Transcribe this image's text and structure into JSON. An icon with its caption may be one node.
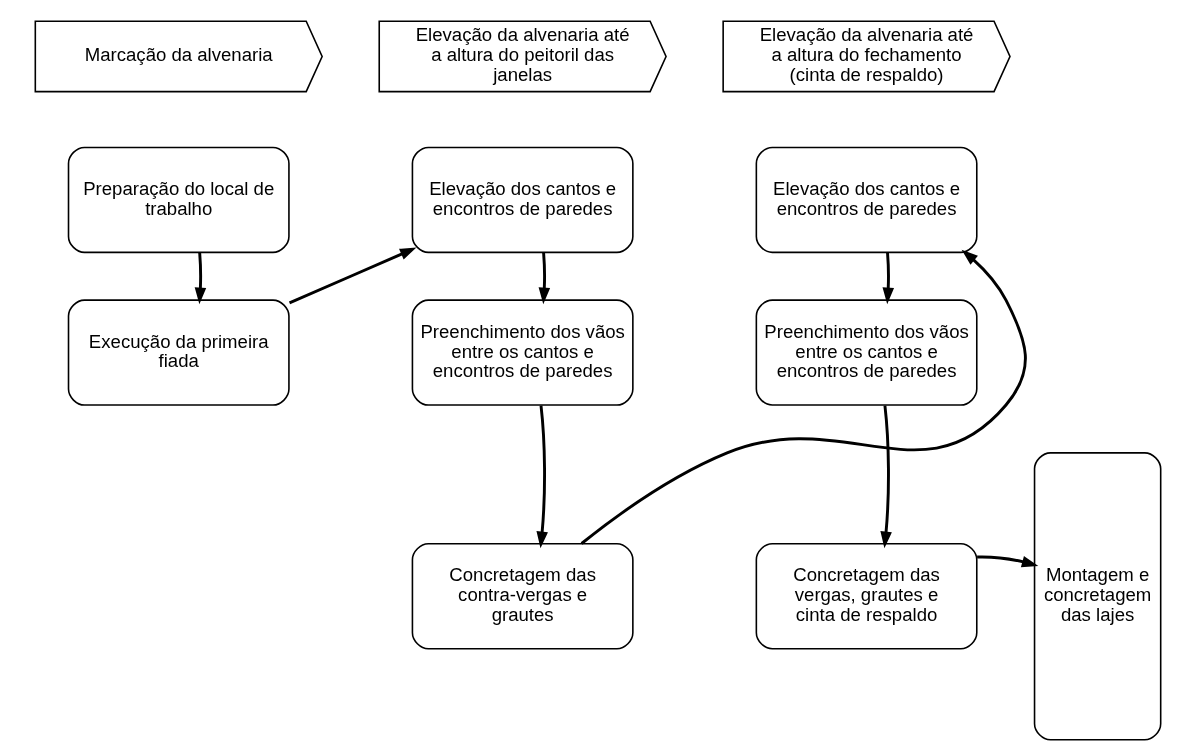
{
  "diagram": {
    "nodes": [
      {
        "text": [
          "Marcação da alvenaria"
        ]
      },
      {
        "text": [
          "Elevação da alvenaria até a altura do peitoril das janelas"
        ]
      },
      {
        "text": [
          "Elevação da alvenaria até a altura do fechamento (cinta de respaldo)"
        ]
      },
      {
        "text": [
          "Montagem e concretagem das lajes"
        ]
      },
      {
        "text": [
          "Preparação do local de trabalho"
        ]
      },
      {
        "text": [
          "Execução da primeira fiada"
        ]
      },
      {
        "text": [
          "Elevação dos cantos e encontros de paredes"
        ]
      },
      {
        "text": [
          "Preenchimento dos vãos entre os cantos e encontros de paredes"
        ]
      },
      {
        "text": [
          "Concretagem das contra-vergas e grautes"
        ]
      },
      {
        "text": [
          "Elevação dos cantos e encontros de paredes"
        ]
      },
      {
        "text": [
          "Preenchimento dos vãos entre os cantos e encontros de paredes"
        ]
      },
      {
        "text": [
          "Concretagem das vergas, grautes e cinta de respaldo"
        ]
      }
    ],
    "edges": [
      {
        "from": 4,
        "to": 5,
        "arrow": "to"
      },
      {
        "from": 5,
        "to": 6,
        "arrow": "to"
      },
      {
        "from": 6,
        "to": 7,
        "arrow": "to"
      },
      {
        "from": 7,
        "to": 8,
        "arrow": "to"
      },
      {
        "from": 8,
        "to": 9,
        "arrow": "to"
      },
      {
        "from": 9,
        "to": 10,
        "arrow": "to"
      },
      {
        "from": 10,
        "to": 11,
        "arrow": "to"
      },
      {
        "from": 11,
        "to": 3,
        "arrow": "to"
      }
    ]
  }
}
